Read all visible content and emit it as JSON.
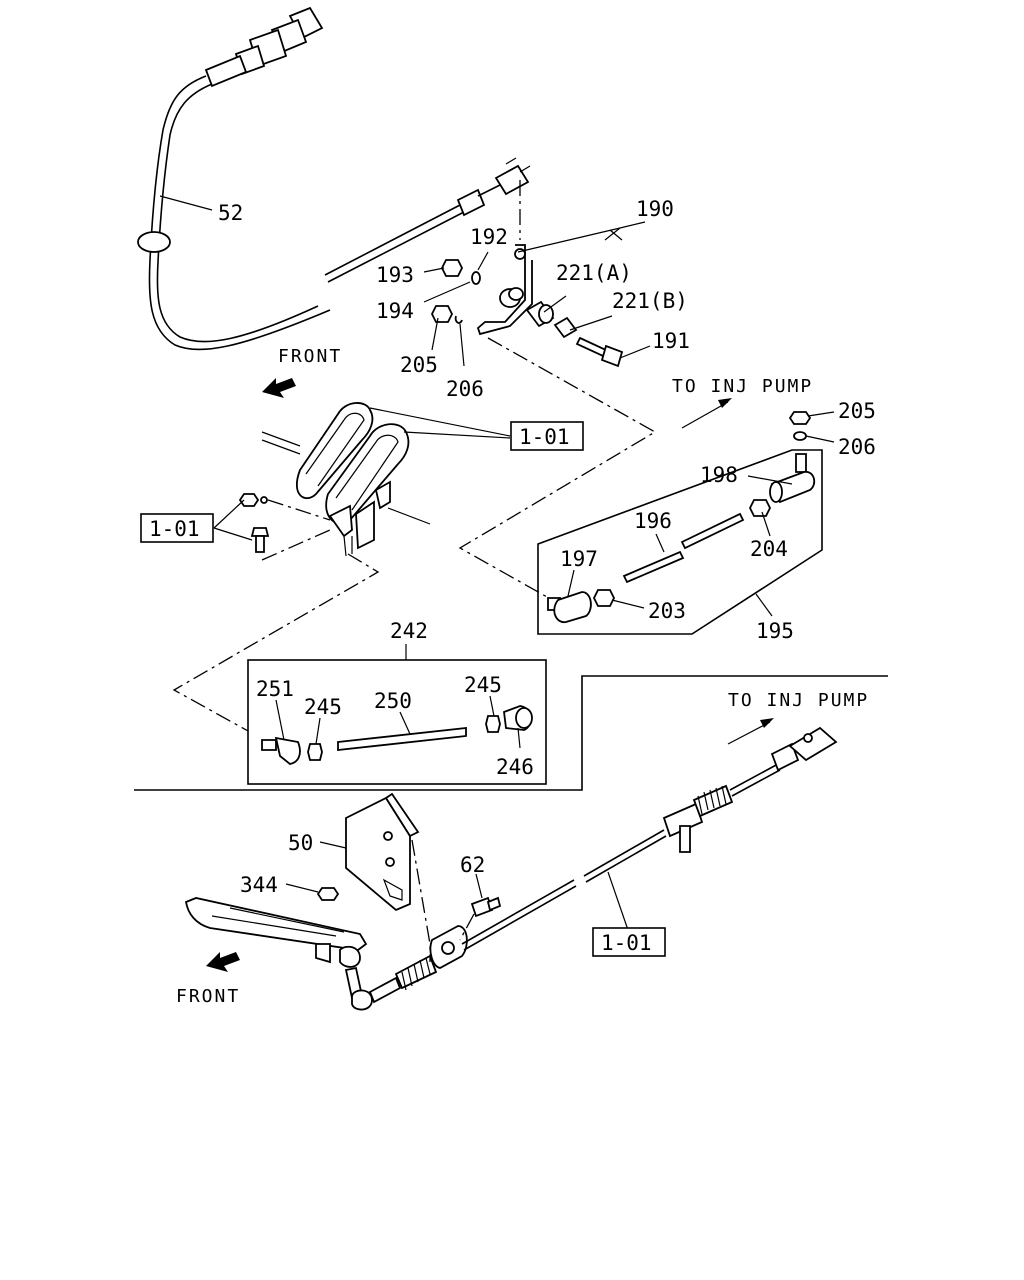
{
  "parts": {
    "p52": "52",
    "p190": "190",
    "p192": "192",
    "p193": "193",
    "p194": "194",
    "p221a": "221(A)",
    "p221b": "221(B)",
    "p191": "191",
    "p205a": "205",
    "p206a": "206",
    "p205b": "205",
    "p206b": "206",
    "p198": "198",
    "p196": "196",
    "p204": "204",
    "p197": "197",
    "p203": "203",
    "p195": "195",
    "p242": "242",
    "p251": "251",
    "p245a": "245",
    "p250": "250",
    "p245b": "245",
    "p246": "246",
    "p50": "50",
    "p344": "344",
    "p62": "62"
  },
  "refs": {
    "r101a": "1-01",
    "r101b": "1-01",
    "r101c": "1-01"
  },
  "captions": {
    "front_top": "FRONT",
    "front_bottom": "FRONT",
    "inj_pump_top": "TO INJ PUMP",
    "inj_pump_bottom": "TO INJ PUMP"
  },
  "icons": {
    "arrow": "front-direction-arrow-icon",
    "inj": "to-inj-pump-arrow-icon"
  }
}
